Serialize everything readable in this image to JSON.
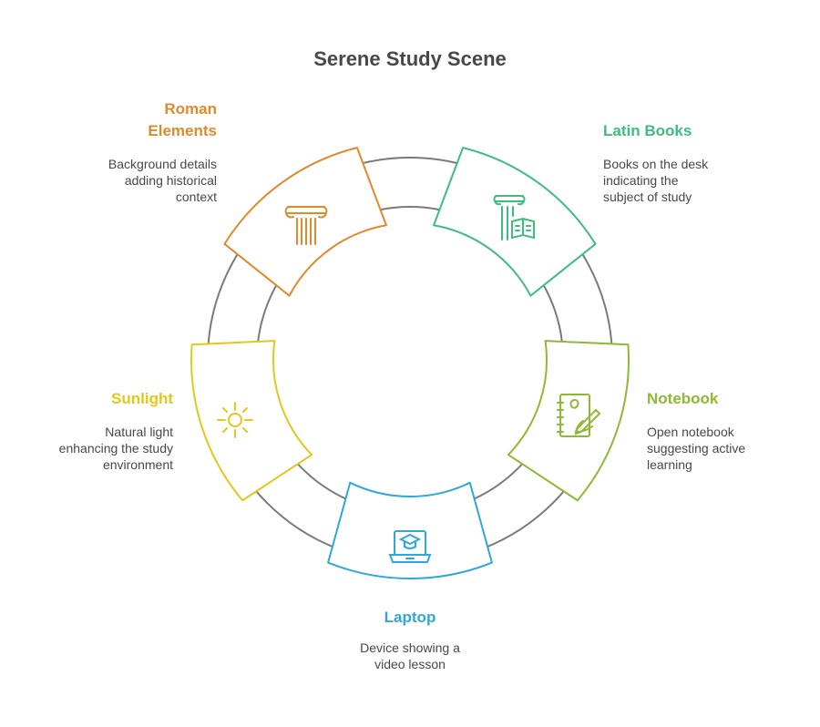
{
  "title": "Serene Study Scene",
  "colors": {
    "ring": "#7a7a7a",
    "roman": "#E08A2C",
    "latin": "#3DBE7E",
    "notebook": "#8DBA35",
    "laptop": "#2EA8DA",
    "sunlight": "#E3C81A"
  },
  "items": [
    {
      "key": "roman",
      "label_line1": "Roman",
      "label_line2": "Elements",
      "desc": [
        "Background details",
        "adding historical",
        "context"
      ],
      "icon": "column-icon"
    },
    {
      "key": "latin",
      "label_line1": "Latin Books",
      "desc": [
        "Books on the desk",
        "indicating the",
        "subject of study"
      ],
      "icon": "column-book-icon"
    },
    {
      "key": "notebook",
      "label_line1": "Notebook",
      "desc": [
        "Open notebook",
        "suggesting active",
        "learning"
      ],
      "icon": "notebook-pen-icon"
    },
    {
      "key": "laptop",
      "label_line1": "Laptop",
      "desc": [
        "Device showing a",
        "video lesson"
      ],
      "icon": "laptop-graduation-icon"
    },
    {
      "key": "sunlight",
      "label_line1": "Sunlight",
      "desc": [
        "Natural light",
        "enhancing the study",
        "environment"
      ],
      "icon": "sun-icon"
    }
  ]
}
